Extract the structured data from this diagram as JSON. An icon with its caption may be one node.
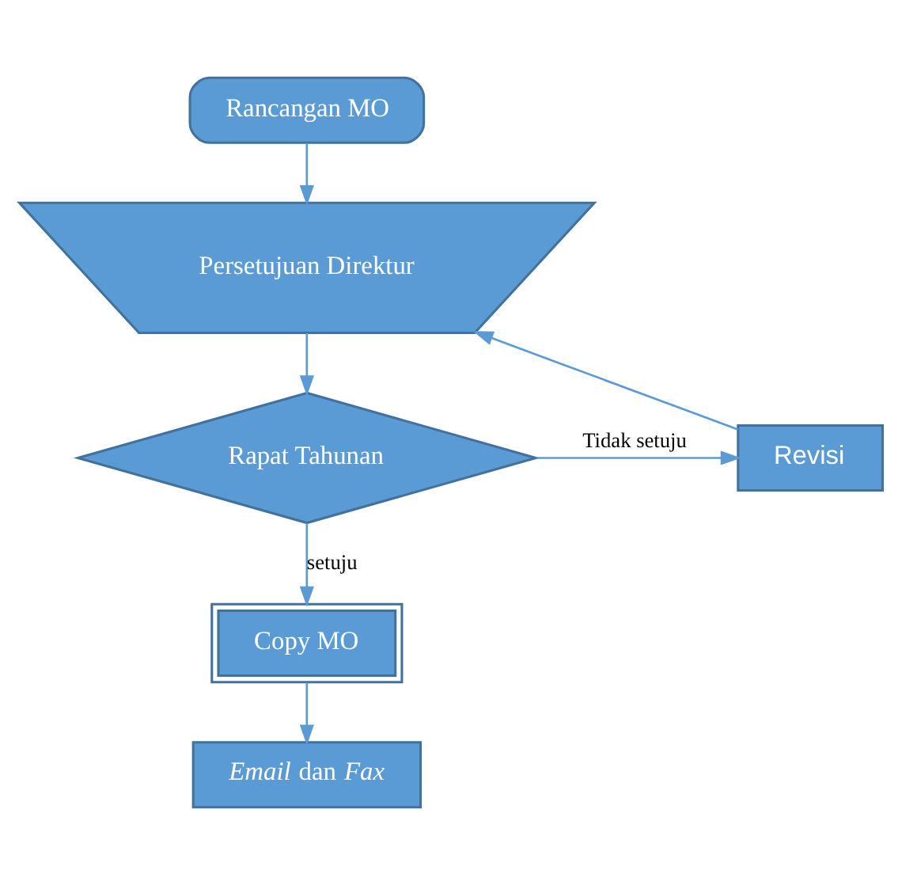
{
  "diagram": {
    "nodes": [
      {
        "text": [
          "Rancangan MO"
        ]
      },
      {
        "text": [
          "Persetujuan Direktur"
        ]
      },
      {
        "text": [
          "Rapat Tahunan"
        ]
      },
      {
        "text": [
          "Revisi"
        ]
      },
      {
        "text": [
          "Copy MO"
        ]
      },
      {
        "text": [
          "*Email* dan *Fax*"
        ]
      }
    ],
    "edges": [
      {
        "from": 0,
        "to": 1,
        "arrow": "to"
      },
      {
        "from": 1,
        "to": 2,
        "arrow": "to"
      },
      {
        "from": 2,
        "to": 3,
        "arrow": "to",
        "label": "Tidak setuju"
      },
      {
        "from": 3,
        "to": 1,
        "arrow": "to"
      },
      {
        "from": 2,
        "to": 4,
        "arrow": "to",
        "label": "setuju"
      },
      {
        "from": 4,
        "to": 5,
        "arrow": "to"
      }
    ]
  }
}
